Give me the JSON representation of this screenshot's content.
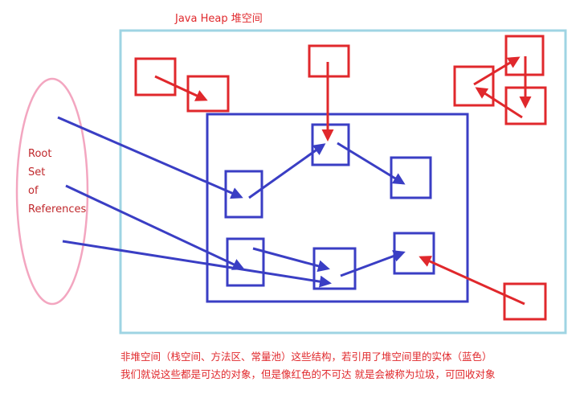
{
  "heap_title": "Java Heap 堆空间",
  "root_label": [
    "Root",
    "Set",
    "of",
    "References"
  ],
  "caption_lines": [
    "非堆空间（栈空间、方法区、常量池）这些结构，若引用了堆空间里的实体（蓝色）",
    "我们就说这些都是可达的对象，但是像红色的不可达 就是会被称为垃圾，可回收对象"
  ],
  "colors": {
    "heap_border": "#9fd4e3",
    "reachable": "#3a3ec4",
    "unreachable": "#e0282c",
    "root_set": "#f3a6c0"
  }
}
